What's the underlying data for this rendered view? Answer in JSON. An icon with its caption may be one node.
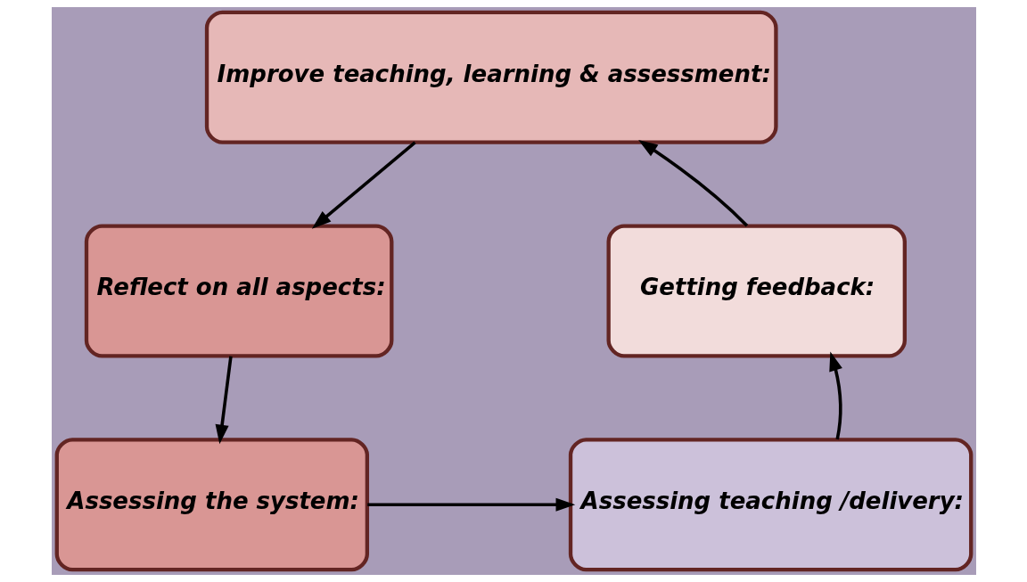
{
  "diagram": {
    "nodes": [
      {
        "text": [
          "Improve teaching, learning & assessment:"
        ]
      },
      {
        "text": [
          "Reflect on all aspects:"
        ]
      },
      {
        "text": [
          "Assessing the system:"
        ]
      },
      {
        "text": [
          "Assessing teaching /delivery:"
        ]
      },
      {
        "text": [
          "Getting feedback:"
        ]
      }
    ],
    "edges": [
      {
        "from": 0,
        "to": 1,
        "arrow": "to"
      },
      {
        "from": 1,
        "to": 2,
        "arrow": "to"
      },
      {
        "from": 2,
        "to": 3,
        "arrow": "to"
      },
      {
        "from": 3,
        "to": 4,
        "arrow": "to"
      },
      {
        "from": 4,
        "to": 0,
        "arrow": "to"
      }
    ]
  }
}
